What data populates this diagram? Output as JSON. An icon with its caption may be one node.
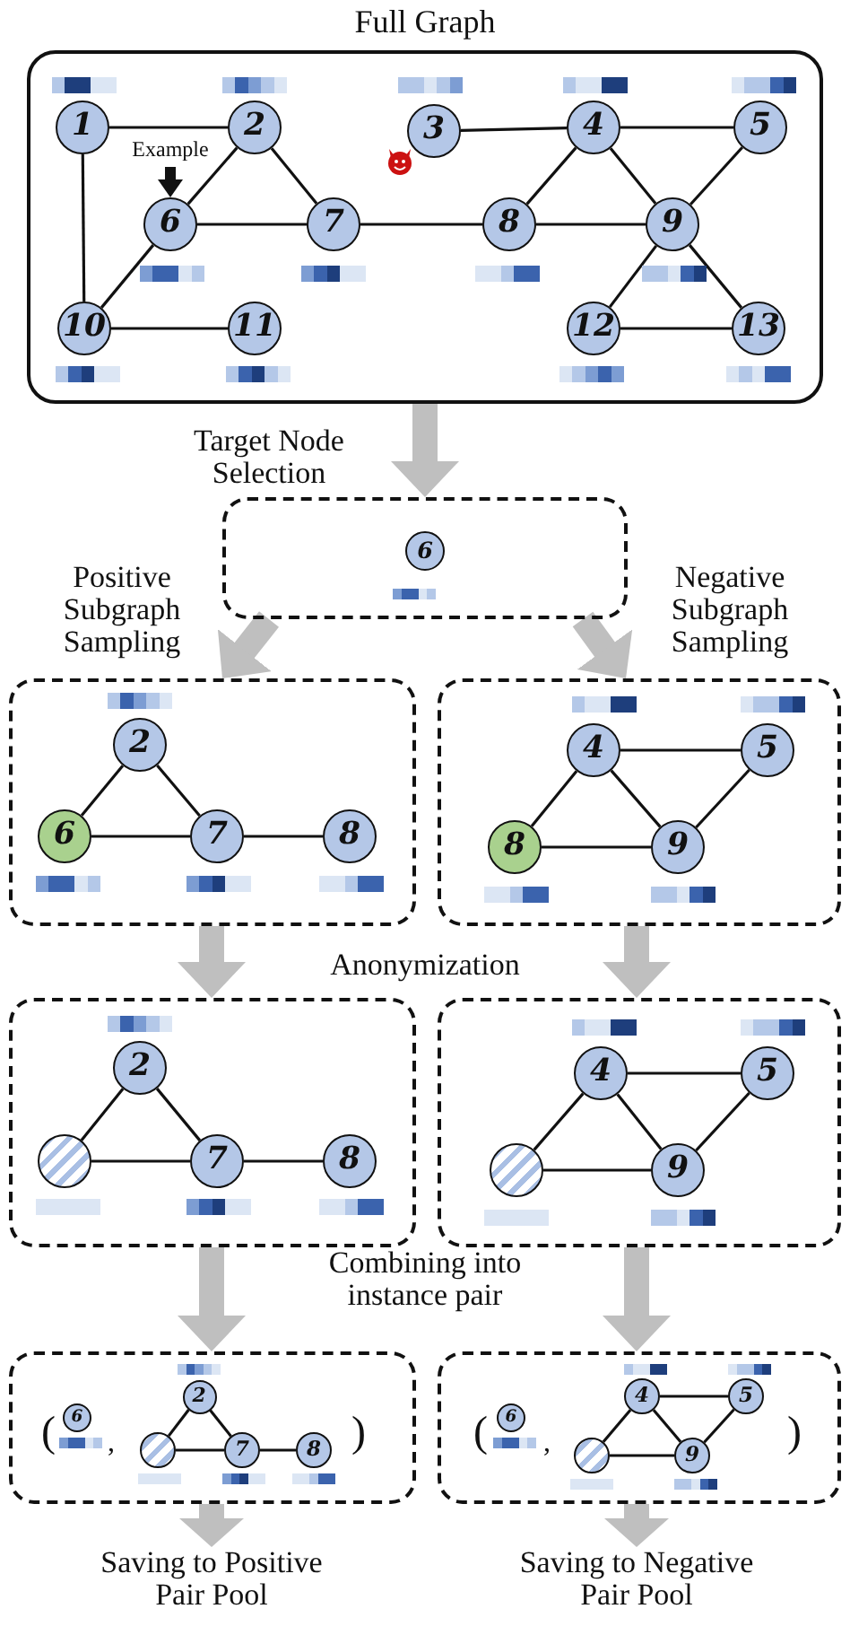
{
  "diagram": {
    "nodes": [
      {
        "text": [
          "Full Graph"
        ]
      },
      {
        "text": [
          "1"
        ],
        "in": 0
      },
      {
        "text": [
          "2"
        ],
        "in": 0
      },
      {
        "text": [
          "3"
        ],
        "in": 0
      },
      {
        "text": [
          "4"
        ],
        "in": 0
      },
      {
        "text": [
          "5"
        ],
        "in": 0
      },
      {
        "text": [
          "6"
        ],
        "in": 0
      },
      {
        "text": [
          "7"
        ],
        "in": 0
      },
      {
        "text": [
          "8"
        ],
        "in": 0
      },
      {
        "text": [
          "9"
        ],
        "in": 0
      },
      {
        "text": [
          "10"
        ],
        "in": 0
      },
      {
        "text": [
          "11"
        ],
        "in": 0
      },
      {
        "text": [
          "12"
        ],
        "in": 0
      },
      {
        "text": [
          "13"
        ],
        "in": 0
      },
      {
        "text": [
          "Example"
        ],
        "in": 0
      },
      {
        "text": [],
        "shape": "box"
      },
      {
        "text": [
          "6"
        ],
        "in": 15
      },
      {
        "text": [],
        "shape": "box"
      },
      {
        "text": [
          "2"
        ],
        "in": 17
      },
      {
        "text": [
          "6"
        ],
        "in": 17
      },
      {
        "text": [
          "7"
        ],
        "in": 17
      },
      {
        "text": [
          "8"
        ],
        "in": 17
      },
      {
        "text": [],
        "shape": "box"
      },
      {
        "text": [
          "4"
        ],
        "in": 22
      },
      {
        "text": [
          "5"
        ],
        "in": 22
      },
      {
        "text": [
          "8"
        ],
        "in": 22
      },
      {
        "text": [
          "9"
        ],
        "in": 22
      },
      {
        "text": [],
        "shape": "box"
      },
      {
        "text": [
          "2"
        ],
        "in": 27
      },
      {
        "text": [],
        "shape": "circle",
        "in": 27
      },
      {
        "text": [
          "7"
        ],
        "in": 27
      },
      {
        "text": [
          "8"
        ],
        "in": 27
      },
      {
        "text": [],
        "shape": "box"
      },
      {
        "text": [
          "4"
        ],
        "in": 32
      },
      {
        "text": [
          "5"
        ],
        "in": 32
      },
      {
        "text": [],
        "shape": "circle",
        "in": 32
      },
      {
        "text": [
          "9"
        ],
        "in": 32
      },
      {
        "text": [],
        "shape": "box"
      },
      {
        "text": [
          "6"
        ],
        "in": 37
      },
      {
        "text": [
          "2"
        ],
        "in": 37
      },
      {
        "text": [],
        "shape": "circle",
        "in": 37
      },
      {
        "text": [
          "7"
        ],
        "in": 37
      },
      {
        "text": [
          "8"
        ],
        "in": 37
      },
      {
        "text": [],
        "shape": "box"
      },
      {
        "text": [
          "6"
        ],
        "in": 43
      },
      {
        "text": [
          "4"
        ],
        "in": 43
      },
      {
        "text": [
          "5"
        ],
        "in": 43
      },
      {
        "text": [],
        "shape": "circle",
        "in": 43
      },
      {
        "text": [
          "9"
        ],
        "in": 43
      },
      {
        "text": [
          "Saving to Positive Pair Pool"
        ]
      },
      {
        "text": [
          "Saving to Negative Pair Pool"
        ]
      }
    ],
    "edges": [
      {
        "from": 1,
        "to": 2,
        "arrow": "none"
      },
      {
        "from": 1,
        "to": 10,
        "arrow": "none"
      },
      {
        "from": 2,
        "to": 6,
        "arrow": "none"
      },
      {
        "from": 2,
        "to": 7,
        "arrow": "none"
      },
      {
        "from": 6,
        "to": 7,
        "arrow": "none"
      },
      {
        "from": 6,
        "to": 10,
        "arrow": "none"
      },
      {
        "from": 10,
        "to": 11,
        "arrow": "none"
      },
      {
        "from": 7,
        "to": 8,
        "arrow": "none"
      },
      {
        "from": 3,
        "to": 4,
        "arrow": "none"
      },
      {
        "from": 4,
        "to": 5,
        "arrow": "none"
      },
      {
        "from": 4,
        "to": 8,
        "arrow": "none"
      },
      {
        "from": 4,
        "to": 9,
        "arrow": "none"
      },
      {
        "from": 5,
        "to": 9,
        "arrow": "none"
      },
      {
        "from": 8,
        "to": 9,
        "arrow": "none"
      },
      {
        "from": 9,
        "to": 12,
        "arrow": "none"
      },
      {
        "from": 9,
        "to": 13,
        "arrow": "none"
      },
      {
        "from": 12,
        "to": 13,
        "arrow": "none"
      },
      {
        "from": 14,
        "to": 6,
        "arrow": "to",
        "style": "thick"
      },
      {
        "from": 18,
        "to": 19,
        "arrow": "none"
      },
      {
        "from": 18,
        "to": 20,
        "arrow": "none"
      },
      {
        "from": 19,
        "to": 20,
        "arrow": "none"
      },
      {
        "from": 20,
        "to": 21,
        "arrow": "none"
      },
      {
        "from": 23,
        "to": 24,
        "arrow": "none"
      },
      {
        "from": 23,
        "to": 25,
        "arrow": "none"
      },
      {
        "from": 23,
        "to": 26,
        "arrow": "none"
      },
      {
        "from": 24,
        "to": 26,
        "arrow": "none"
      },
      {
        "from": 25,
        "to": 26,
        "arrow": "none"
      },
      {
        "from": 28,
        "to": 29,
        "arrow": "none"
      },
      {
        "from": 28,
        "to": 30,
        "arrow": "none"
      },
      {
        "from": 29,
        "to": 30,
        "arrow": "none"
      },
      {
        "from": 30,
        "to": 31,
        "arrow": "none"
      },
      {
        "from": 33,
        "to": 34,
        "arrow": "none"
      },
      {
        "from": 33,
        "to": 35,
        "arrow": "none"
      },
      {
        "from": 33,
        "to": 36,
        "arrow": "none"
      },
      {
        "from": 34,
        "to": 36,
        "arrow": "none"
      },
      {
        "from": 35,
        "to": 36,
        "arrow": "none"
      },
      {
        "from": 39,
        "to": 40,
        "arrow": "none"
      },
      {
        "from": 39,
        "to": 41,
        "arrow": "none"
      },
      {
        "from": 40,
        "to": 41,
        "arrow": "none"
      },
      {
        "from": 41,
        "to": 42,
        "arrow": "none"
      },
      {
        "from": 45,
        "to": 46,
        "arrow": "none"
      },
      {
        "from": 45,
        "to": 47,
        "arrow": "none"
      },
      {
        "from": 45,
        "to": 48,
        "arrow": "none"
      },
      {
        "from": 46,
        "to": 48,
        "arrow": "none"
      },
      {
        "from": 47,
        "to": 48,
        "arrow": "none"
      },
      {
        "from": 0,
        "to": 15,
        "arrow": "to",
        "style": "thick",
        "color": "#bfbfbf",
        "label": "Target Node Selection"
      },
      {
        "from": 15,
        "to": 17,
        "arrow": "to",
        "style": "thick",
        "color": "#bfbfbf",
        "label": "Positive Subgraph Sampling"
      },
      {
        "from": 15,
        "to": 22,
        "arrow": "to",
        "style": "thick",
        "color": "#bfbfbf",
        "label": "Negative Subgraph Sampling"
      },
      {
        "from": 17,
        "to": 27,
        "arrow": "to",
        "style": "thick",
        "color": "#bfbfbf"
      },
      {
        "from": 22,
        "to": 32,
        "arrow": "to",
        "style": "thick",
        "color": "#bfbfbf"
      },
      {
        "from": 27,
        "to": 37,
        "arrow": "to",
        "style": "thick",
        "color": "#bfbfbf"
      },
      {
        "from": 32,
        "to": 43,
        "arrow": "to",
        "style": "thick",
        "color": "#bfbfbf"
      },
      {
        "from": 37,
        "to": 49,
        "arrow": "to",
        "style": "thick",
        "color": "#bfbfbf"
      },
      {
        "from": 43,
        "to": 50,
        "arrow": "to",
        "style": "thick",
        "color": "#bfbfbf"
      }
    ],
    "labels": [
      "Anonymization",
      "Combining into instance pair",
      "(",
      ",",
      ")",
      "(",
      ",",
      ")"
    ]
  }
}
